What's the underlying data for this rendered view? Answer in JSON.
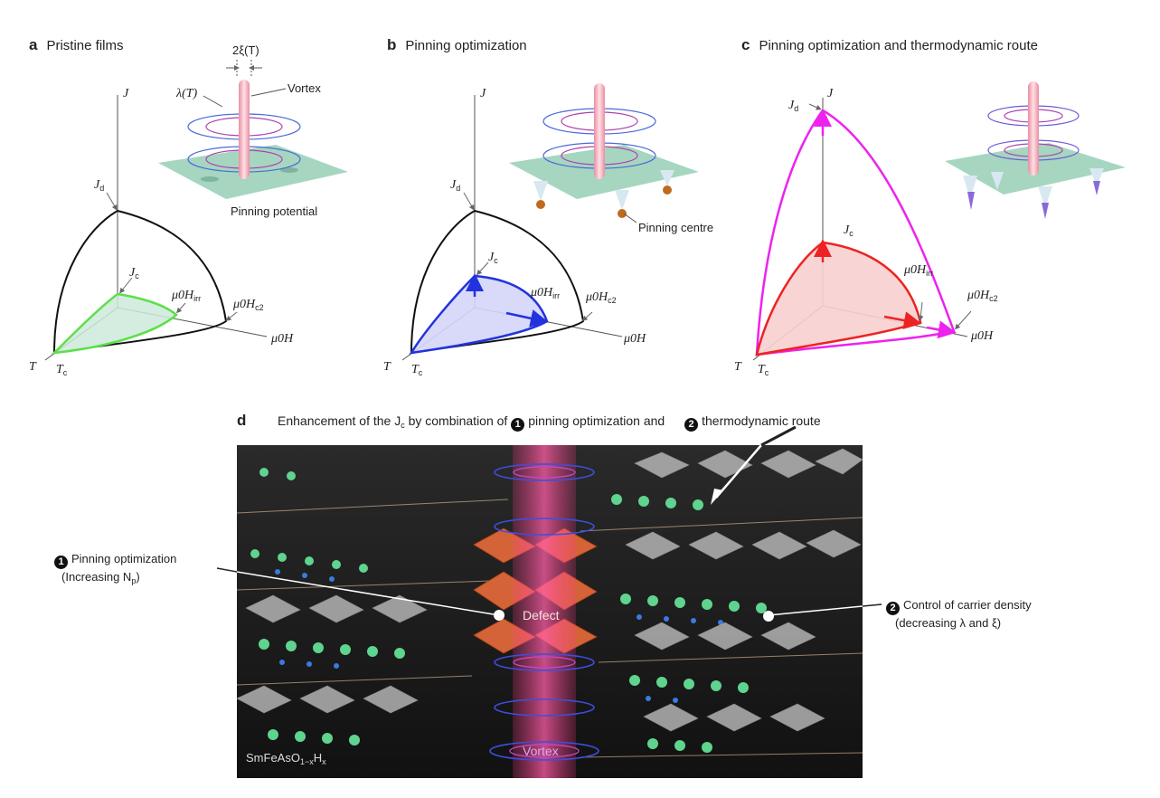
{
  "panels": [
    {
      "letter": "a",
      "title": "Pristine films",
      "labels": {
        "xi": "2ξ(T)",
        "lambda": "λ(T)",
        "vortex": "Vortex",
        "potential": "Pinning potential",
        "J": "J",
        "Jd": "J",
        "Jd_sub": "d",
        "Jc": "J",
        "Jc_sub": "c",
        "Hirr": "μ0H",
        "Hirr_sub": "irr",
        "Hc2": "μ0H",
        "Hc2_sub": "c2",
        "H": "μ0H",
        "T": "T",
        "Tc": "T",
        "Tc_sub": "c"
      }
    },
    {
      "letter": "b",
      "title": "Pinning optimization",
      "labels": {
        "J": "J",
        "Jd": "J",
        "Jd_sub": "d",
        "Jc": "J",
        "Jc_sub": "c",
        "Hirr": "μ0H",
        "Hirr_sub": "irr",
        "Hc2": "μ0H",
        "Hc2_sub": "c2",
        "H": "μ0H",
        "T": "T",
        "Tc": "T",
        "Tc_sub": "c",
        "centre": "Pinning centre"
      }
    },
    {
      "letter": "c",
      "title": "Pinning optimization and thermodynamic route",
      "labels": {
        "J": "J",
        "Jd": "J",
        "Jd_sub": "d",
        "Jc": "J",
        "Jc_sub": "c",
        "Hirr": "μ0H",
        "Hirr_sub": "irr",
        "Hc2": "μ0H",
        "Hc2_sub": "c2",
        "H": "μ0H",
        "T": "T",
        "Tc": "T",
        "Tc_sub": "c"
      }
    }
  ],
  "panel_d": {
    "letter": "d",
    "title_pre": "Enhancement of the J",
    "title_sub": "c",
    "title_mid": " by combination of",
    "num1": "1",
    "num2": "2",
    "title_part1": "pinning optimization and",
    "title_part2": "thermodynamic route",
    "left_line1": "Pinning optimization",
    "left_line2_pre": "(Increasing N",
    "left_line2_sub": "p",
    "left_line2_post": ")",
    "right_line1": "Control of carrier density",
    "right_line2": "(decreasing λ and ξ)",
    "defect": "Defect",
    "vortex": "Vortex",
    "material_pre": "SmFeAsO",
    "material_sub": "1−x",
    "material_mid": "H",
    "material_sub2": "x"
  },
  "colors": {
    "pristine": "#5de04a",
    "pinning": "#2233dd",
    "route": "#ee22ee",
    "red": "#ee2222",
    "surface": "#a6d6c0",
    "vortex": "#f5a9b8"
  }
}
